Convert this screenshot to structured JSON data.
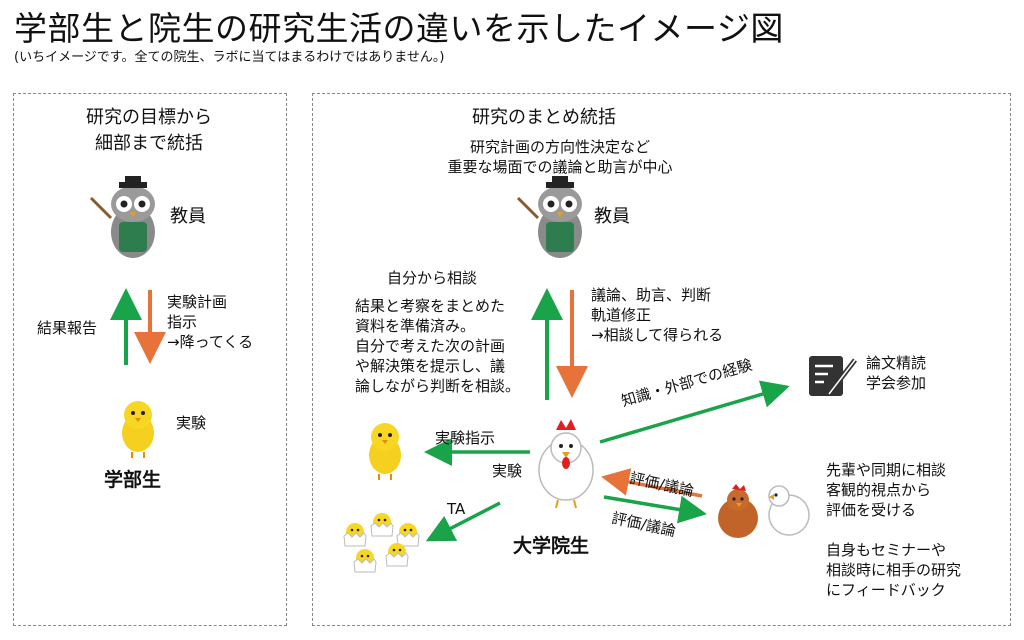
{
  "title": "学部生と院生の研究生活の違いを示したイメージ図",
  "subtitle": "(いちイメージです。全ての院生、ラボに当てはまるわけではありません。)",
  "left": {
    "heading_line1": "研究の目標から",
    "heading_line2": "細部まで統括",
    "teacher_label": "教員",
    "report_label": "結果報告",
    "instruction_lines": [
      "実験計画",
      "指示",
      "→降ってくる"
    ],
    "student_action": "実験",
    "student_label": "学部生"
  },
  "right": {
    "heading": "研究のまとめ統括",
    "subheading_lines": [
      "研究計画の方向性決定など",
      "重要な場面での議論と助言が中心"
    ],
    "teacher_label": "教員",
    "consult_title": "自分から相談",
    "consult_lines": [
      "結果と考察をまとめた",
      "資料を準備済み。",
      "自分で考えた次の計画",
      "や解決策を提示し、議",
      "論しながら判断を相談。"
    ],
    "advice_lines": [
      "議論、助言、判断",
      "軌道修正",
      "→相談して得られる"
    ],
    "knowledge_label": "知識・外部での経験",
    "reading_lines": [
      "論文精読",
      "学会参加"
    ],
    "instruction_label": "実験指示",
    "experiment_label": "実験",
    "ta_label": "TA",
    "grad_label": "大学院生",
    "eval_label_upper": "評価/議論",
    "eval_label_lower": "評価/議論",
    "peer_lines_1": [
      "先輩や同期に相談",
      "客観的視点から",
      "評価を受ける"
    ],
    "peer_lines_2": [
      "自身もセミナーや",
      "相談時に相手の研究",
      "にフィードバック"
    ]
  },
  "colors": {
    "green": "#1aa44a",
    "orange": "#e8733a",
    "border": "#888888"
  }
}
